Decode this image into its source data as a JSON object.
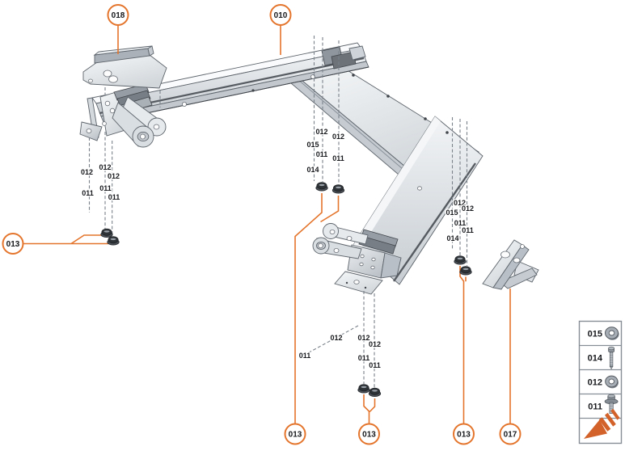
{
  "colors": {
    "accent": "#E4752C",
    "arrow": "#D2622A",
    "metal_edge": "#5d646b",
    "dash_gray": "#7b828a"
  },
  "callouts": [
    {
      "label": "018"
    },
    {
      "label": "010"
    },
    {
      "label": "013"
    },
    {
      "label": "013"
    },
    {
      "label": "013"
    },
    {
      "label": "013"
    },
    {
      "label": "017"
    }
  ],
  "part_labels": {
    "left": [
      "012",
      "012",
      "012",
      "011",
      "011",
      "011"
    ],
    "middle": [
      "012",
      "012",
      "015",
      "011",
      "011",
      "014"
    ],
    "right": [
      "012",
      "012",
      "015",
      "011",
      "011",
      "014"
    ],
    "bottom": [
      "012",
      "011",
      "012",
      "012",
      "011",
      "011"
    ]
  },
  "legend": {
    "rows": [
      {
        "code": "015",
        "icon": "washer-icon"
      },
      {
        "code": "014",
        "icon": "screw-icon"
      },
      {
        "code": "012",
        "icon": "washer-icon"
      },
      {
        "code": "011",
        "icon": "flange-bolt-icon"
      }
    ],
    "footer_icon": "assembly-direction-arrow-icon"
  }
}
